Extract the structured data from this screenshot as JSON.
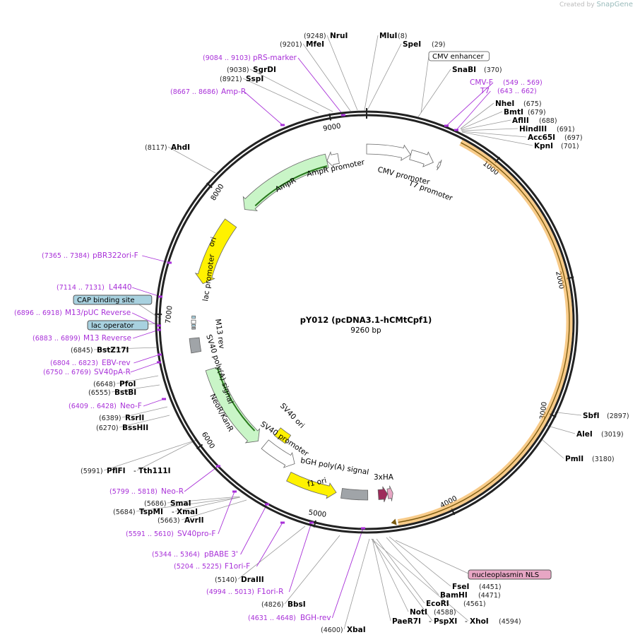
{
  "brand": {
    "created_by": "Created by",
    "name": "SnapGene"
  },
  "plasmid": {
    "name": "pY012 (pcDNA3.1-hCMtCpf1)",
    "size": "9260 bp",
    "length": 9260
  },
  "ticks": [
    1000,
    2000,
    3000,
    4000,
    5000,
    6000,
    7000,
    8000,
    9000
  ],
  "features": [
    {
      "name": "CMV enhancer",
      "start": 0,
      "end": 379,
      "type": "white",
      "side": "out"
    },
    {
      "name": "CMV promoter",
      "start": 380,
      "end": 583,
      "type": "white",
      "side": "out"
    },
    {
      "name": "T7 promoter",
      "start": 628,
      "end": 646,
      "type": "white",
      "side": "out"
    },
    {
      "name": "hCMtCpf1",
      "start": 712,
      "end": 4400,
      "type": "orange",
      "side": "in"
    },
    {
      "name": "nucleoplasmin NLS",
      "start": 4405,
      "end": 4450,
      "type": "pink",
      "side": "out"
    },
    {
      "name": "3xHA",
      "start": 4452,
      "end": 4530,
      "type": "magenta",
      "side": "out"
    },
    {
      "name": "bGH poly(A) signal",
      "start": 4620,
      "end": 4844,
      "type": "gray",
      "side": "out"
    },
    {
      "name": "f1 ori",
      "start": 4890,
      "end": 5318,
      "type": "yellow",
      "side": "out"
    },
    {
      "name": "SV40 promoter",
      "start": 5323,
      "end": 5652,
      "type": "white",
      "side": "out"
    },
    {
      "name": "SV40 ori",
      "start": 5500,
      "end": 5636,
      "type": "yellow",
      "side": "out"
    },
    {
      "name": "NeoR/KanR",
      "start": 5719,
      "end": 6513,
      "type": "green",
      "side": "out"
    },
    {
      "name": "SV40 poly(A) signal",
      "start": 6687,
      "end": 6808,
      "type": "gray",
      "side": "out"
    },
    {
      "name": "M13 rev",
      "start": 6884,
      "end": 6900,
      "type": "gray",
      "side": "out"
    },
    {
      "name": "lac operator",
      "start": 6908,
      "end": 6924,
      "type": "blue",
      "side": "out"
    },
    {
      "name": "lac promoter",
      "start": 6932,
      "end": 6962,
      "type": "white",
      "side": "out"
    },
    {
      "name": "CAP binding site",
      "start": 6976,
      "end": 6997,
      "type": "blue",
      "side": "out"
    },
    {
      "name": "ori",
      "start": 7285,
      "end": 7873,
      "type": "yellow",
      "side": "out"
    },
    {
      "name": "AmpR",
      "start": 8044,
      "end": 8904,
      "type": "green",
      "side": "out"
    },
    {
      "name": "AmpR promoter",
      "start": 8905,
      "end": 9009,
      "type": "white",
      "side": "out"
    }
  ],
  "sites": [
    {
      "name": "MluI",
      "pos": "(8)"
    },
    {
      "name": "SpeI",
      "pos": "(29)"
    },
    {
      "name": "SnaBI",
      "pos": "(370)"
    },
    {
      "name": "NheI",
      "pos": "(675)"
    },
    {
      "name": "BmtI",
      "pos": "(679)"
    },
    {
      "name": "AflII",
      "pos": "(688)"
    },
    {
      "name": "HindIII",
      "pos": "(691)"
    },
    {
      "name": "Acc65I",
      "pos": "(697)"
    },
    {
      "name": "KpnI",
      "pos": "(701)"
    },
    {
      "name": "SbfI",
      "pos": "(2897)"
    },
    {
      "name": "AleI",
      "pos": "(3019)"
    },
    {
      "name": "PmlI",
      "pos": "(3180)"
    },
    {
      "name": "FseI",
      "pos": "(4451)"
    },
    {
      "name": "BamHI",
      "pos": "(4471)"
    },
    {
      "name": "EcoRI",
      "pos": "(4561)"
    },
    {
      "name": "NotI",
      "pos": "(4588)"
    },
    {
      "name": "PaeR7I",
      "pos": ""
    },
    {
      "name": "PspXI",
      "pos": ""
    },
    {
      "name": "XhoI",
      "pos": "(4594)"
    },
    {
      "name": "XbaI",
      "pos": "(4600)"
    },
    {
      "name": "BbsI",
      "pos": "(4826)"
    },
    {
      "name": "DraIII",
      "pos": "(5140)"
    },
    {
      "name": "AvrII",
      "pos": "(5663)"
    },
    {
      "name": "TspMI",
      "pos": "(5684)"
    },
    {
      "name": "XmaI",
      "pos": ""
    },
    {
      "name": "SmaI",
      "pos": "(5686)"
    },
    {
      "name": "PflFI",
      "pos": "(5991)"
    },
    {
      "name": "Tth111I",
      "pos": ""
    },
    {
      "name": "BssHII",
      "pos": "(6270)"
    },
    {
      "name": "RsrII",
      "pos": "(6389)"
    },
    {
      "name": "BstBI",
      "pos": "(6555)"
    },
    {
      "name": "PfoI",
      "pos": "(6648)"
    },
    {
      "name": "BstZ17I",
      "pos": "(6845)"
    },
    {
      "name": "AhdI",
      "pos": "(8117)"
    },
    {
      "name": "SspI",
      "pos": "(8921)"
    },
    {
      "name": "SgrDI",
      "pos": "(9038)"
    },
    {
      "name": "MfeI",
      "pos": "(9201)"
    },
    {
      "name": "NruI",
      "pos": "(9248)"
    }
  ],
  "primers": [
    {
      "name": "CMV-F",
      "pos": "(549 .. 569)"
    },
    {
      "name": "T7",
      "pos": "(643 .. 662)"
    },
    {
      "name": "BGH-rev",
      "pos": "(4631 .. 4648)"
    },
    {
      "name": "F1ori-R",
      "pos": "(4994 .. 5013)"
    },
    {
      "name": "F1ori-F",
      "pos": "(5204 .. 5225)"
    },
    {
      "name": "pBABE 3'",
      "pos": "(5344 .. 5364)"
    },
    {
      "name": "SV40pro-F",
      "pos": "(5591 .. 5610)"
    },
    {
      "name": "Neo-R",
      "pos": "(5799 .. 5818)"
    },
    {
      "name": "Neo-F",
      "pos": "(6409 .. 6428)"
    },
    {
      "name": "SV40pA-R",
      "pos": "(6750 .. 6769)"
    },
    {
      "name": "EBV-rev",
      "pos": "(6804 .. 6823)"
    },
    {
      "name": "M13 Reverse",
      "pos": "(6883 .. 6899)"
    },
    {
      "name": "M13/pUC Reverse",
      "pos": "(6896 .. 6918)"
    },
    {
      "name": "L4440",
      "pos": "(7114 .. 7131)"
    },
    {
      "name": "pBR322ori-F",
      "pos": "(7365 .. 7384)"
    },
    {
      "name": "Amp-R",
      "pos": "(8667 .. 8686)"
    },
    {
      "name": "pRS-marker",
      "pos": "(9084 .. 9103)"
    }
  ],
  "boxed_labels": [
    "CMV enhancer",
    "nucleoplasmin NLS",
    "CAP binding site",
    "lac operator"
  ],
  "colors": {
    "enzyme": "#000000",
    "primer": "#a830d8",
    "orange": "#f4a93a",
    "green": "#c9f5c7",
    "yellow": "#fff200",
    "gray": "#a0a4a8",
    "blue": "#a8d1df",
    "pink": "#e7a6c4",
    "magenta": "#9e2a5a"
  }
}
